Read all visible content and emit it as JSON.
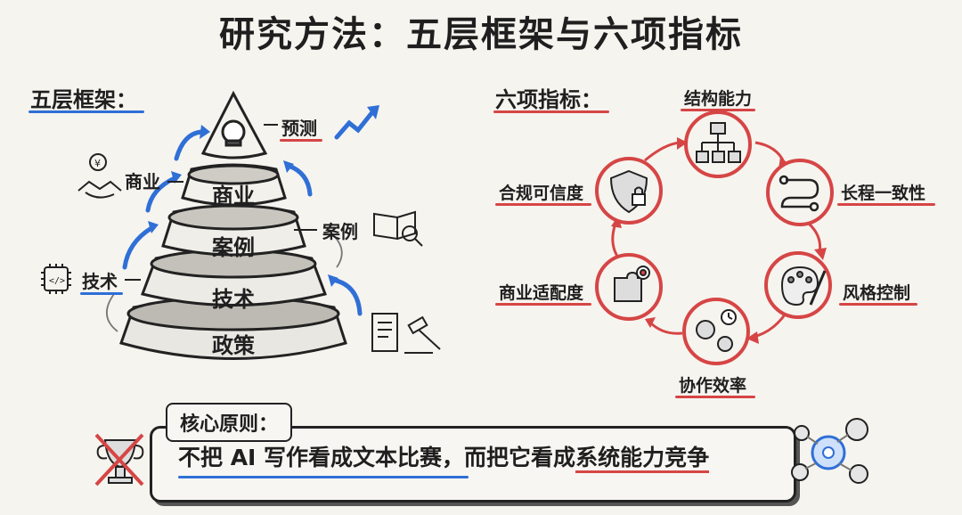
{
  "title": "研究方法：五层框架与六项指标",
  "framework": {
    "heading": "五层框架：",
    "layers": [
      {
        "name": "预测"
      },
      {
        "name": "商业"
      },
      {
        "name": "案例"
      },
      {
        "name": "技术"
      },
      {
        "name": "政策"
      }
    ],
    "side_labels": {
      "predict": "预测",
      "business": "商业",
      "case": "案例",
      "tech": "技术"
    }
  },
  "metrics": {
    "heading": "六项指标：",
    "items": [
      {
        "label": "结构能力",
        "icon": "hierarchy-icon"
      },
      {
        "label": "长程一致性",
        "icon": "path-icon"
      },
      {
        "label": "风格控制",
        "icon": "palette-icon"
      },
      {
        "label": "协作效率",
        "icon": "gears-clock-icon"
      },
      {
        "label": "商业适配度",
        "icon": "puzzle-icon"
      },
      {
        "label": "合规可信度",
        "icon": "shield-lock-icon"
      }
    ]
  },
  "principle": {
    "tag": "核心原则：",
    "text_part1": "不把 AI 写作看成文本比赛，而把它看成",
    "text_part2": "系统能力竞争"
  },
  "colors": {
    "accent_red": "#d64545",
    "accent_blue": "#2f6fd6",
    "ink": "#1f1f1f"
  }
}
